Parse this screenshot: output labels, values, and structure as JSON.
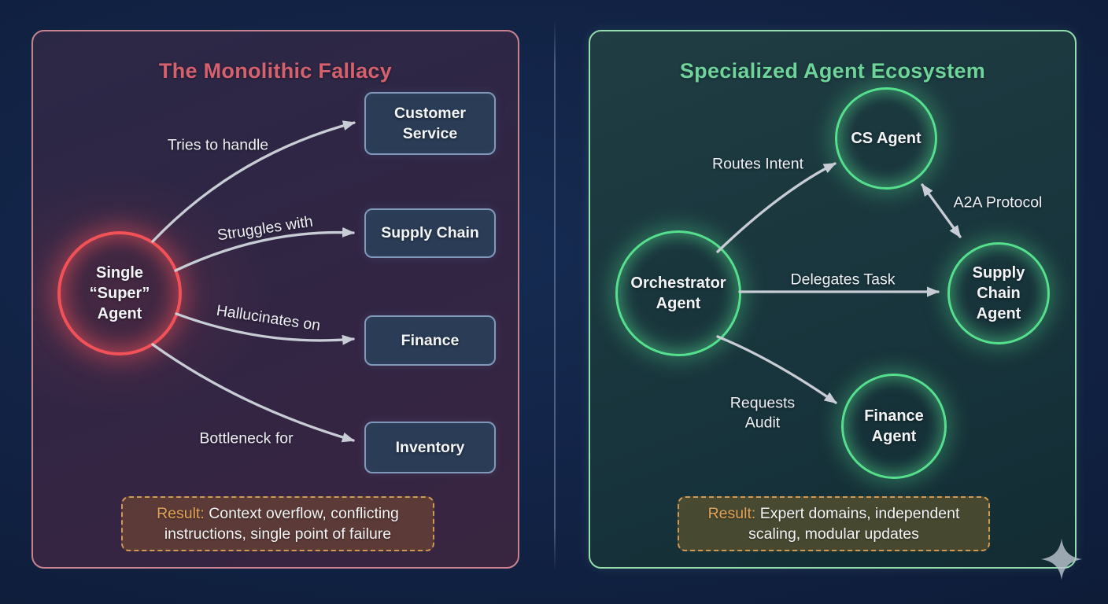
{
  "colors": {
    "left_border": "#c9838f",
    "left_title": "#d5616e",
    "red_accent": "#f25158",
    "dept_box_border": "#8098ba",
    "dept_box_bg": "#2a3c56",
    "right_border": "#92deac",
    "right_title": "#6fd49a",
    "green_accent": "#55e08e",
    "arrow": "#c7ccd5",
    "result_border": "#d09a55",
    "result_prefix": "#e2a257",
    "text": "#f3f4f6",
    "sparkle": "#bac2cd"
  },
  "left_panel": {
    "title": "The Monolithic Fallacy",
    "agent_node": {
      "label": "Single “Super” Agent"
    },
    "edge_labels": [
      "Tries to handle",
      "Struggles with",
      "Hallucinates on",
      "Bottleneck for"
    ],
    "dept_boxes": [
      "Customer Service",
      "Supply Chain",
      "Finance",
      "Inventory"
    ],
    "result": {
      "prefix": "Result:",
      "text": "Context overflow, conflicting instructions, single point of failure"
    }
  },
  "right_panel": {
    "title": "Specialized Agent Ecosystem",
    "nodes": {
      "orchestrator": "Orchestrator Agent",
      "cs": "CS Agent",
      "supply_chain": "Supply Chain Agent",
      "finance": "Finance Agent"
    },
    "edge_labels": [
      "Routes Intent",
      "A2A Protocol",
      "Delegates Task",
      "Requests Audit"
    ],
    "result": {
      "prefix": "Result:",
      "text": "Expert domains, independent scaling, modular updates"
    }
  }
}
